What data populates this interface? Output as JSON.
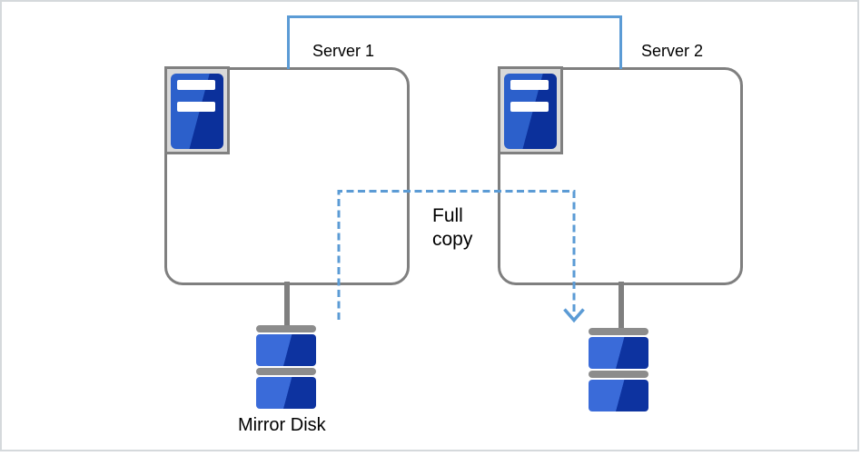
{
  "diagram": {
    "servers": [
      {
        "label": "Server 1"
      },
      {
        "label": "Server 2"
      }
    ],
    "full_copy": {
      "label_lines": [
        "Full",
        "copy"
      ],
      "direction": "from Server 1 mirror disk to Server 2 disk"
    },
    "mirror_disk": {
      "label": "Mirror Disk"
    },
    "icons": {
      "server_icon": "server-tower",
      "disk_icon": "stacked-disk",
      "arrow_icon": "arrow-down-chevron"
    },
    "colors": {
      "link_blue": "#5b9bd5",
      "box_border_gray": "#7f7f7f",
      "icon_frame_bg": "#d9d9d9",
      "icon_frame_border": "#808080",
      "tower_blue_light": "#2c60cb",
      "tower_blue_dark": "#0b309b",
      "disk_blue_light": "#3a6bd9",
      "disk_blue_dark": "#0d33a0",
      "disk_platter_gray": "#8c8c8c",
      "label_text": "#000000",
      "frame_border": "#d5d9dc",
      "background": "#ffffff"
    }
  }
}
